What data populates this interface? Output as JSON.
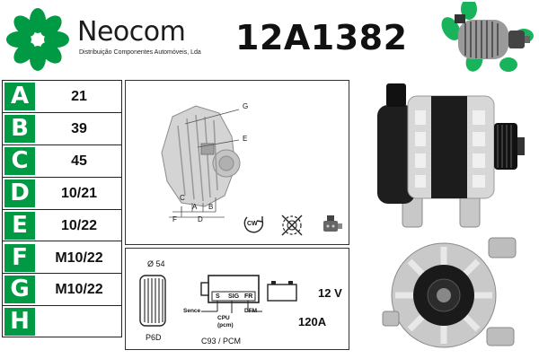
{
  "brand": {
    "name": "Neocom",
    "subtitle": "Distribuição Componentes Automóveis, Lda",
    "accent": "#009a44"
  },
  "product": {
    "part_number": "12A1382"
  },
  "specs": [
    {
      "letter": "A",
      "value": "21"
    },
    {
      "letter": "B",
      "value": "39"
    },
    {
      "letter": "C",
      "value": "45"
    },
    {
      "letter": "D",
      "value": "10/21"
    },
    {
      "letter": "E",
      "value": "10/22"
    },
    {
      "letter": "F",
      "value": "M10/22"
    },
    {
      "letter": "G",
      "value": "M10/22"
    },
    {
      "letter": "H",
      "value": ""
    }
  ],
  "drawing": {
    "labels": {
      "g": "G",
      "e": "E",
      "c": "C",
      "a": "A",
      "b": "B",
      "f": "F",
      "d": "D"
    },
    "rotation": "CW",
    "icons": [
      "cw-rotation-icon",
      "no-vacuum-pump-icon",
      "connector-icon"
    ]
  },
  "electrical": {
    "pulley_diameter": "Ø 54",
    "pulley_type": "P6D",
    "pins": [
      "S",
      "SIG",
      "FR"
    ],
    "left_label": "Sence",
    "right_label": "DFM",
    "cpu_label": "CPU",
    "cpu_sub": "(pcm)",
    "connector_code": "C93 / PCM",
    "voltage": "12 V",
    "amperage": "120A"
  }
}
